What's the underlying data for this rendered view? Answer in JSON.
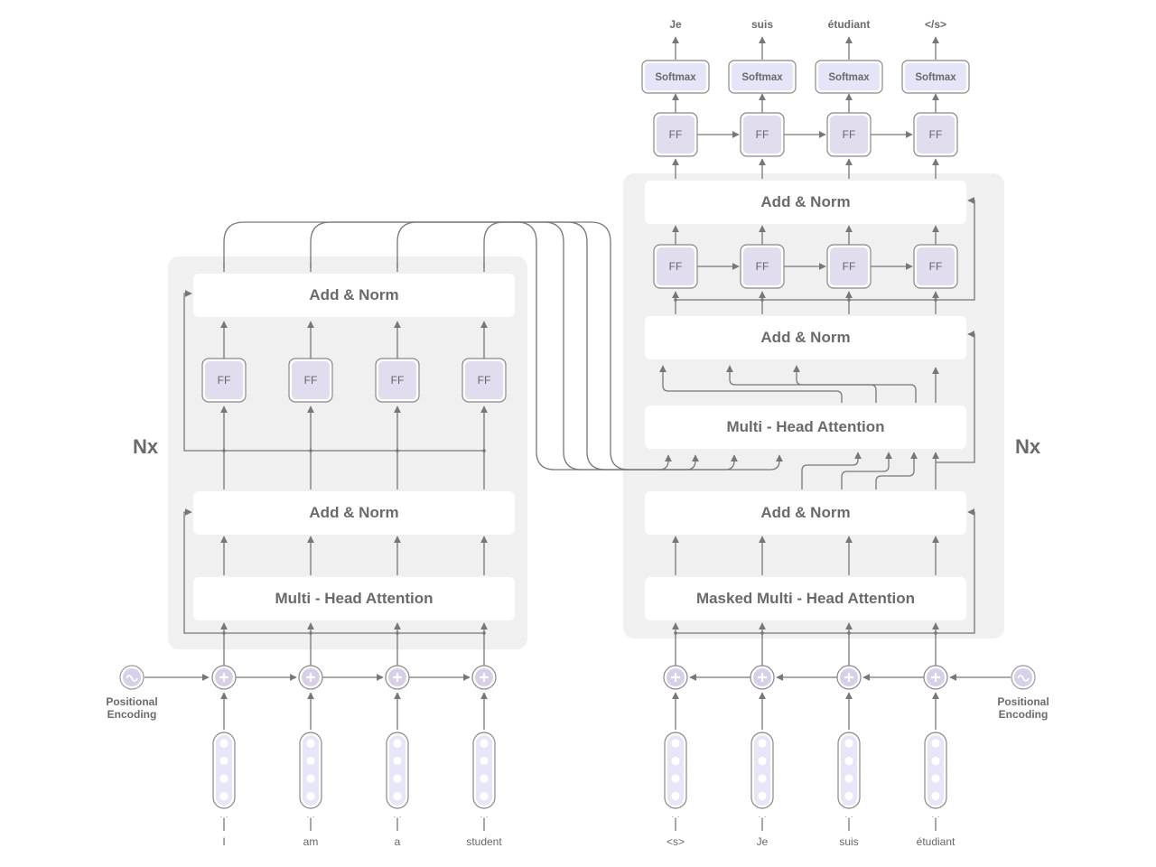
{
  "encoder": {
    "repeat_label": "Nx",
    "add_norm_top": "Add & Norm",
    "add_norm_bottom": "Add & Norm",
    "attention": "Multi - Head Attention",
    "ff_label": "FF",
    "pe_label_line1": "Positional",
    "pe_label_line2": "Encoding",
    "inputs": [
      "I",
      "am",
      "a",
      "student"
    ]
  },
  "decoder": {
    "repeat_label": "Nx",
    "add_norm_top": "Add & Norm",
    "add_norm_mid": "Add & Norm",
    "cross_attention": "Multi - Head Attention",
    "add_norm_bottom": "Add & Norm",
    "masked_attention": "Masked Multi - Head Attention",
    "ff_label": "FF",
    "pe_label_line1": "Positional",
    "pe_label_line2": "Encoding",
    "inputs": [
      "<s>",
      "Je",
      "suis",
      "étudiant"
    ],
    "softmax_label": "Softmax",
    "outputs": [
      "Je",
      "suis",
      "étudiant",
      "</s>"
    ]
  },
  "colors": {
    "panel": "#f0f0f0",
    "block": "#ffffff",
    "ff_fill": "#e2dcef",
    "softmax_fill": "#e4e5f7",
    "embed_fill": "#e6e6f8",
    "plus_fill": "#d8cfe9",
    "line": "#777777"
  }
}
